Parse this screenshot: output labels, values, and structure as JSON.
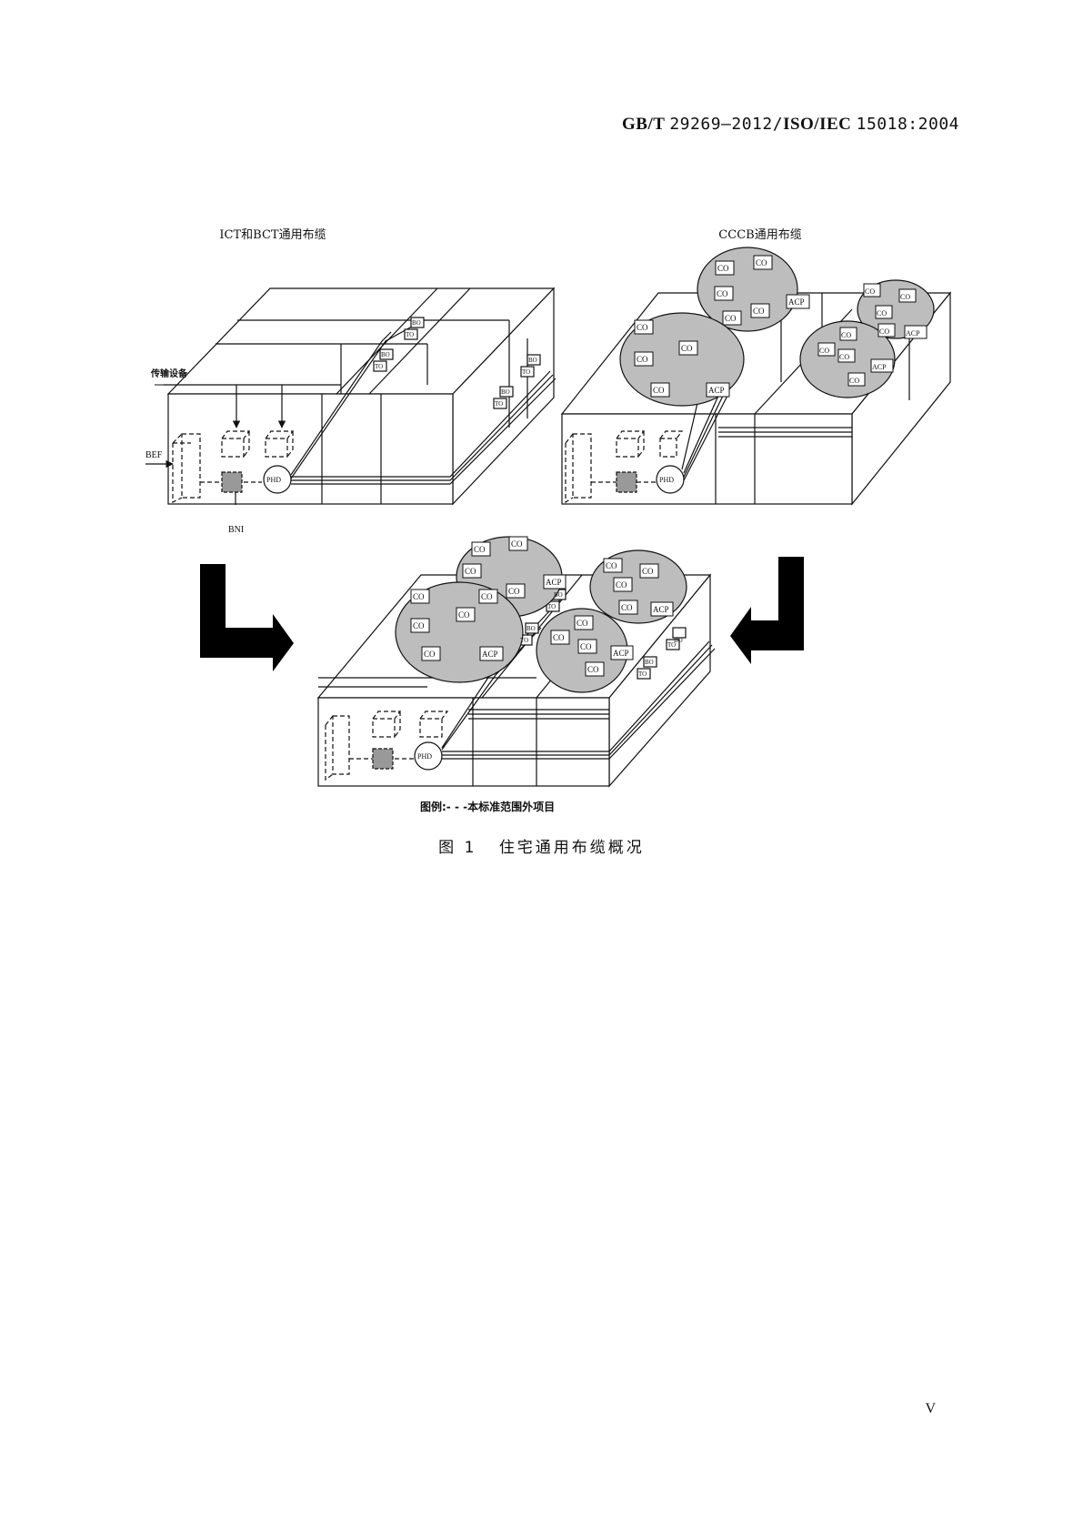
{
  "header": {
    "standard_prefix": "GB/T",
    "standard_number": "29269—2012/",
    "iso_ref": "ISO/IEC",
    "iso_number": "15018:2004"
  },
  "diagram": {
    "left_title": "ICT和BCT通用布缆",
    "right_title": "CCCB通用布缆",
    "labels": {
      "transmission_equipment": "传输设备",
      "bef": "BEF",
      "bni": "BNI",
      "phd": "PHD",
      "bo": "BO",
      "to": "TO",
      "co": "CO",
      "acp": "ACP"
    }
  },
  "legend": {
    "text": "图例:- - -本标准范围外项目"
  },
  "caption": {
    "figure_number": "图 1",
    "title": "住宅通用布缆概况"
  },
  "page_number": "V"
}
